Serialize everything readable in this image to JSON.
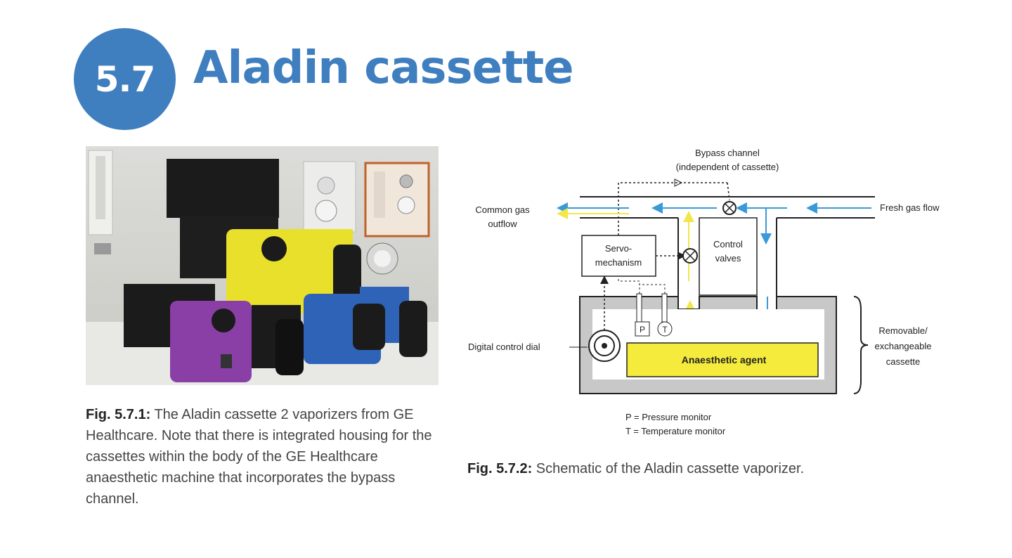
{
  "header": {
    "section_number": "5.7",
    "title": "Aladin cassette"
  },
  "photo": {
    "subject": "Aladin cassette 2 vaporizers (yellow, purple, blue) on anaesthetic machine",
    "colors": {
      "yellow": "#e8e02a",
      "purple": "#8a3fa6",
      "blue": "#2f63b8",
      "black": "#1b1b1b"
    }
  },
  "figure1": {
    "label": "Fig. 5.7.1:",
    "text": " The Aladin cassette 2 vaporizers from GE Healthcare. Note that there is integrated housing for the cassettes within the body of the GE Healthcare anaesthetic machine that incorporates the bypass channel."
  },
  "schematic": {
    "bypass_line1": "Bypass channel",
    "bypass_line2": "(independent of cassette)",
    "common_gas_line1": "Common gas",
    "common_gas_line2": "outflow",
    "fresh_gas": "Fresh gas flow",
    "servo_line1": "Servo-",
    "servo_line2": "mechanism",
    "control_line1": "Control",
    "control_line2": "valves",
    "pressure_symbol": "P",
    "temperature_symbol": "T",
    "digital_dial": "Digital control dial",
    "agent": "Anaesthetic agent",
    "cassette_line1": "Removable/",
    "cassette_line2": "exchangeable",
    "cassette_line3": "cassette",
    "legend_p": "P = Pressure monitor",
    "legend_t": "T = Temperature monitor",
    "colors": {
      "gas_arrow": "#3a9ad9",
      "vapour_arrow": "#f2e64a",
      "agent_fill": "#f5eb3d",
      "cassette_fill": "#c8c8c8"
    }
  },
  "figure2": {
    "label": "Fig. 5.7.2:",
    "text": " Schematic of the Aladin cassette vaporizer."
  }
}
